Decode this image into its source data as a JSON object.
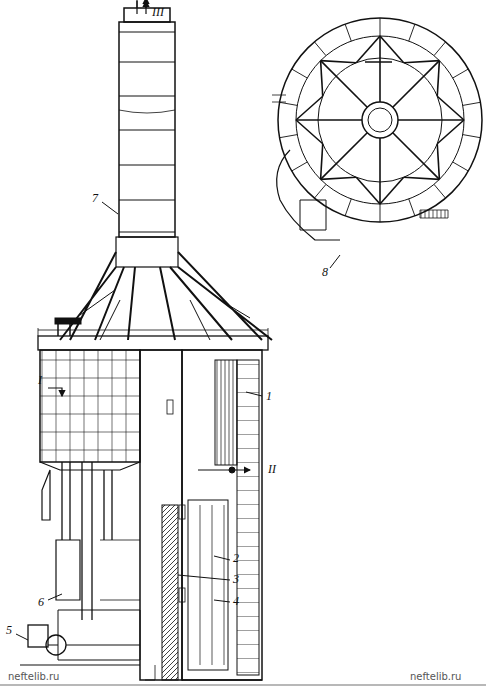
{
  "diagram": {
    "labels": [
      "III",
      "I",
      "II",
      "1",
      "2",
      "3",
      "4",
      "5",
      "6",
      "7",
      "8",
      "neftelib.ru",
      "neftelib.ru"
    ]
  }
}
